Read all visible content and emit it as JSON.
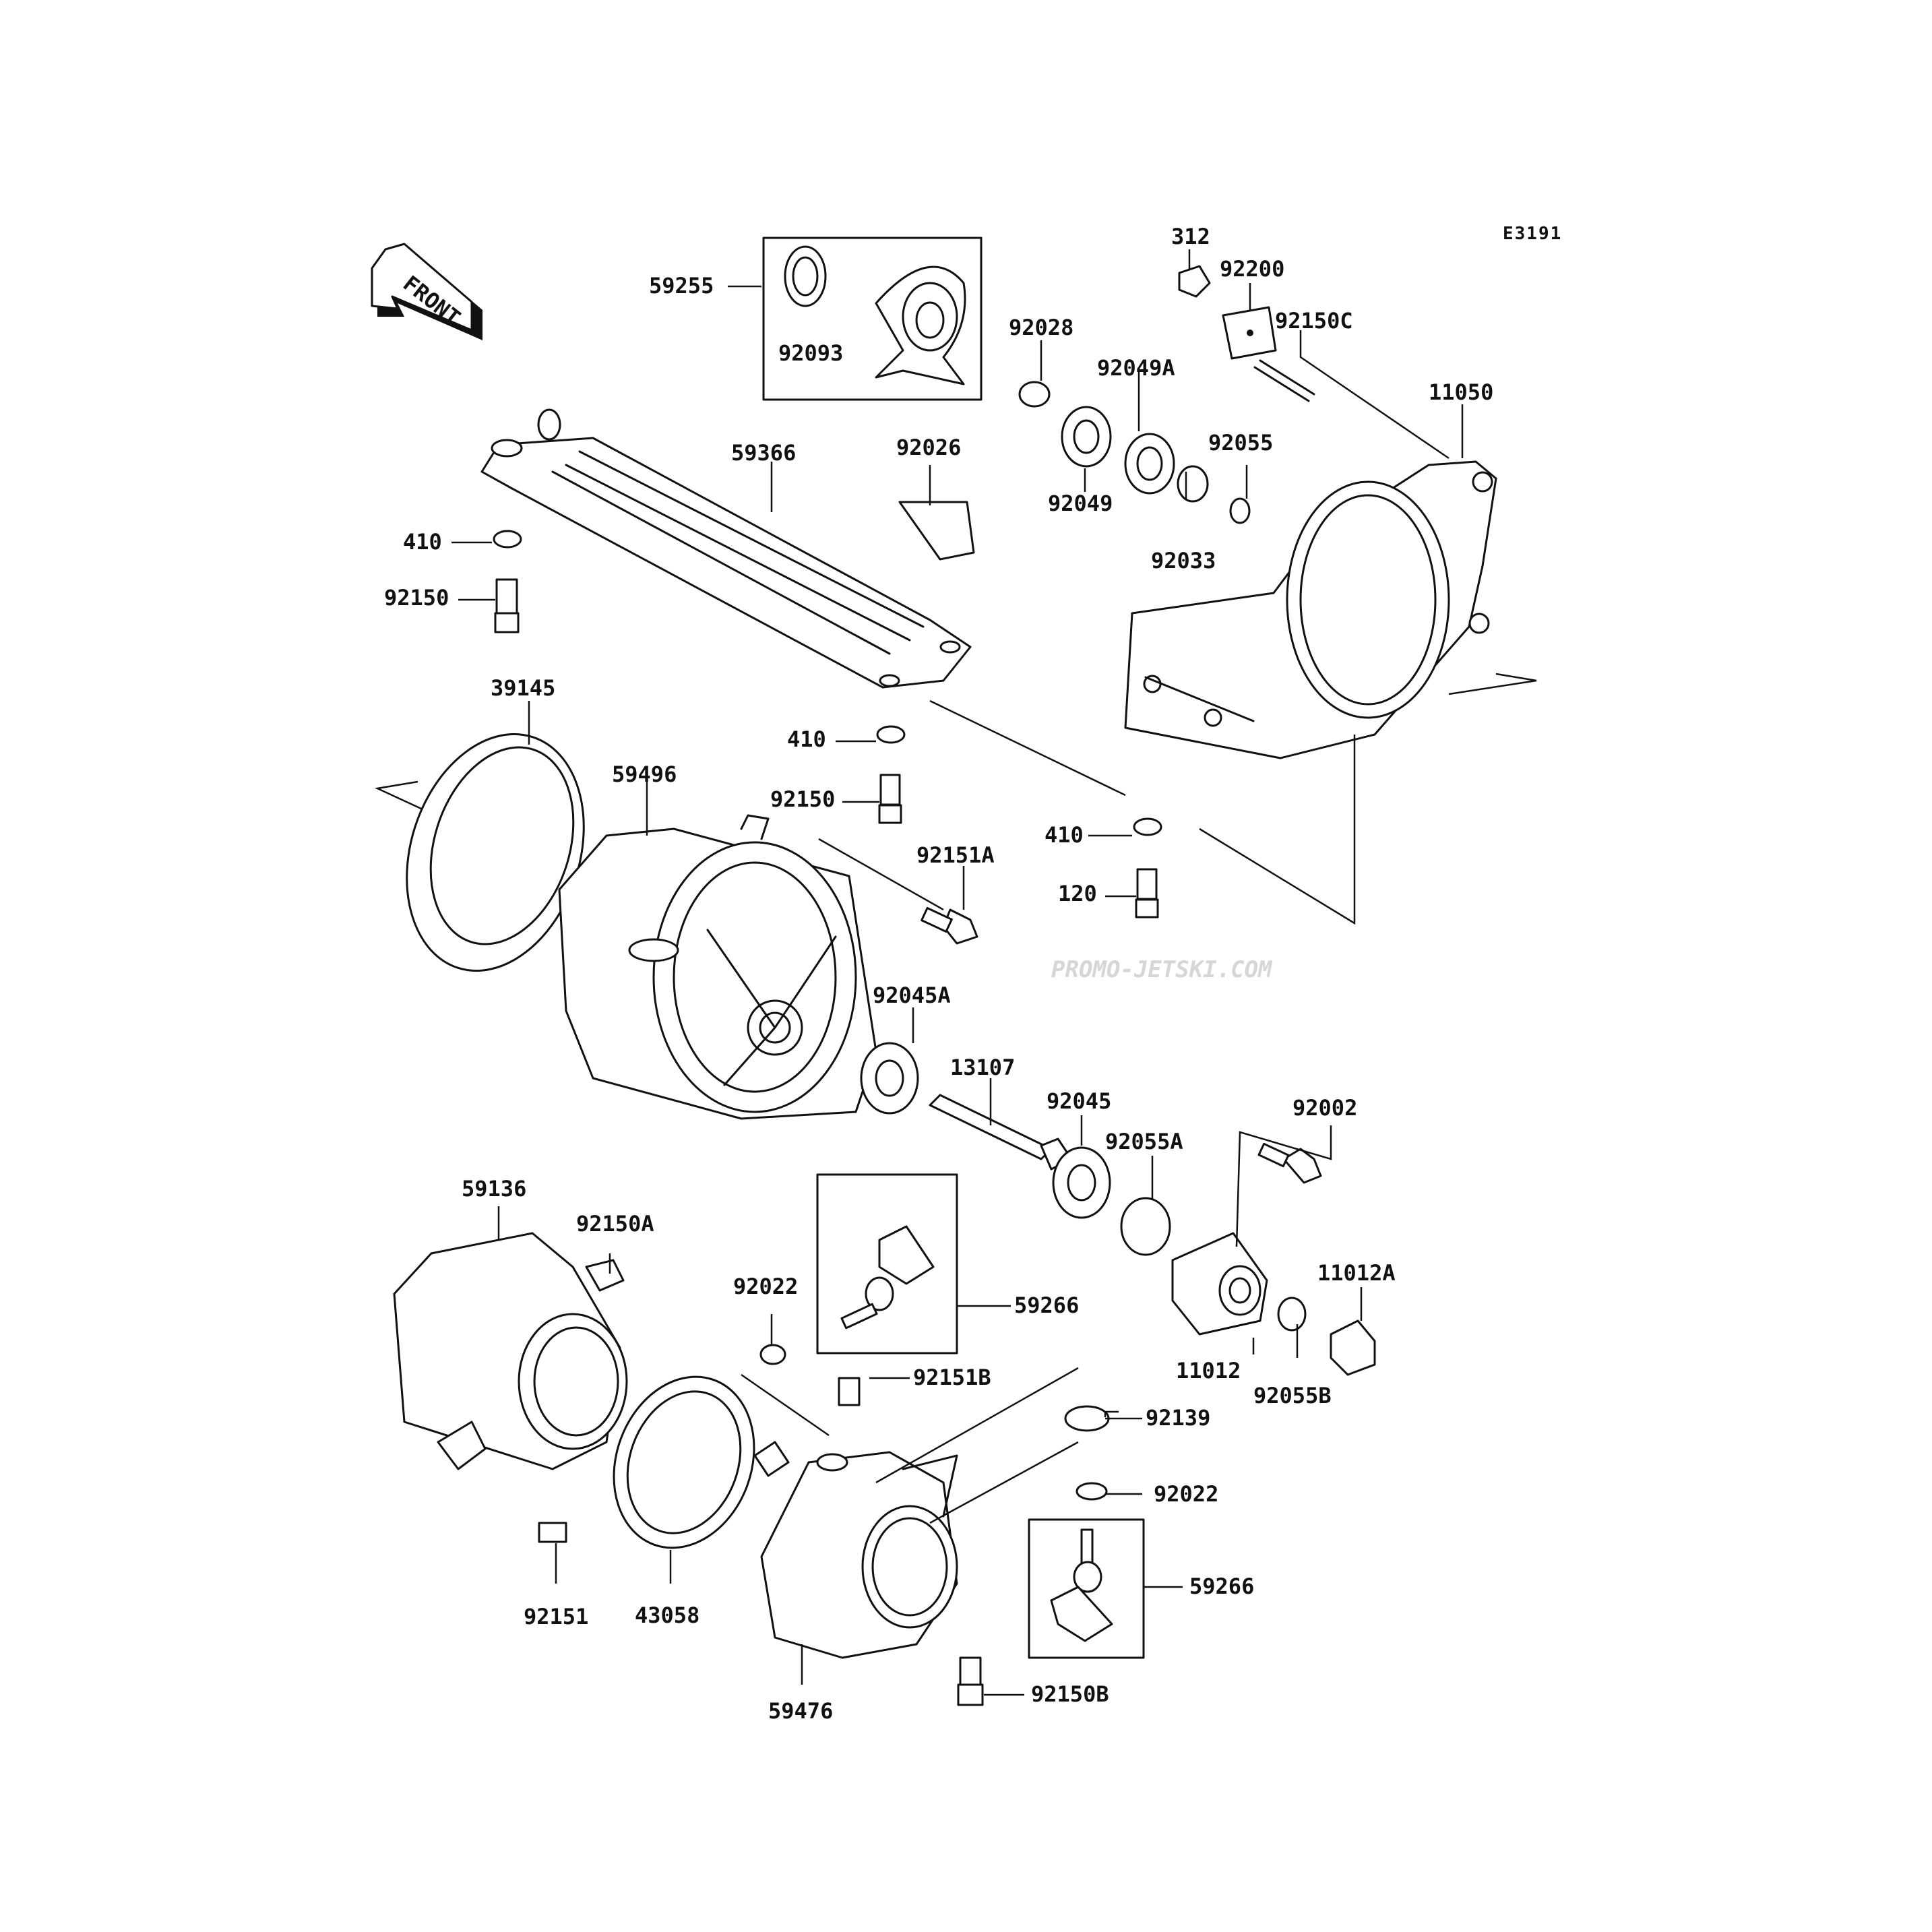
{
  "diagram_code": "E3191",
  "front_badge": "FRONT",
  "watermark": "PROMO-JETSKI.COM",
  "labels": {
    "p312": "312",
    "p92200": "92200",
    "p92150C": "92150C",
    "p59255": "59255",
    "p92093": "92093",
    "p92028": "92028",
    "p92049A": "92049A",
    "p11050": "11050",
    "p92055": "92055",
    "p59366": "59366",
    "p92026": "92026",
    "p92049": "92049",
    "p92033": "92033",
    "p410a": "410",
    "p92150": "92150",
    "p39145": "39145",
    "p410b": "410",
    "p59496": "59496",
    "p92150b": "92150",
    "p410c": "410",
    "p92151A": "92151A",
    "p120": "120",
    "p92045A": "92045A",
    "p13107": "13107",
    "p92045": "92045",
    "p92002": "92002",
    "p92055A": "92055A",
    "p59136": "59136",
    "p92150A": "92150A",
    "p11012A": "11012A",
    "p92022a": "92022",
    "p59266a": "59266",
    "p11012": "11012",
    "p92055B": "92055B",
    "p92151B": "92151B",
    "p92139": "92139",
    "p92022b": "92022",
    "p59266b": "59266",
    "p92151": "92151",
    "p43058": "43058",
    "p59476": "59476",
    "p92150B": "92150B"
  }
}
